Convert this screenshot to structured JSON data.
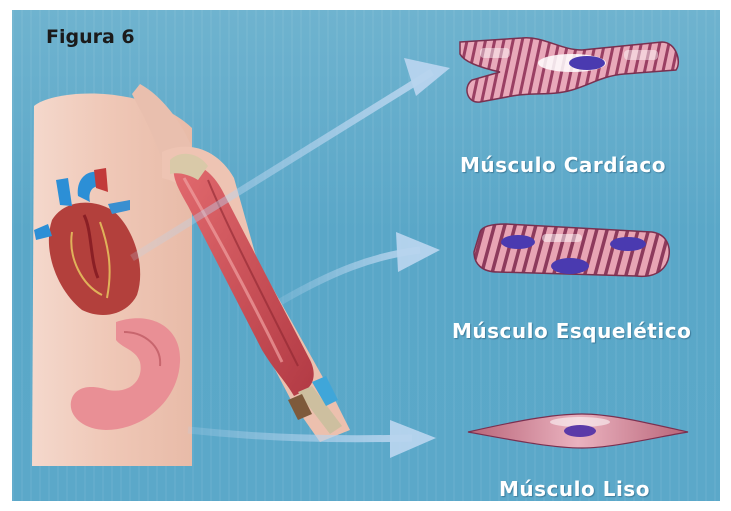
{
  "figure_label": "Figura 6",
  "muscles": [
    {
      "key": "cardiac",
      "label": "Músculo Cardíaco"
    },
    {
      "key": "skeletal",
      "label": "Músculo Esquelético"
    },
    {
      "key": "smooth",
      "label": "Músculo Liso"
    }
  ],
  "colors": {
    "background": "#5aa7c8",
    "skin": "#f0c8b8",
    "muscle_red": "#c9454f",
    "cell_pink": "#e8a2b4",
    "stripe": "#8a3a5a",
    "nucleus": "#5b3aa8",
    "arrow": "#a9cbe8"
  },
  "icons": [
    "heart-icon",
    "stomach-icon",
    "arm-muscle-icon"
  ]
}
